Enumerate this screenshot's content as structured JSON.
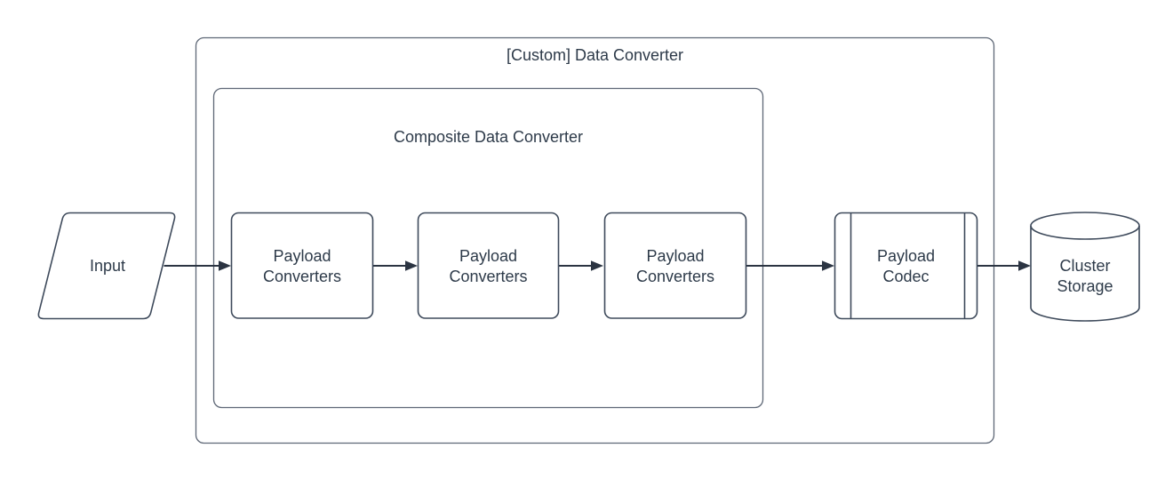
{
  "diagram": {
    "containers": {
      "outer": {
        "label": "[Custom] Data Converter"
      },
      "inner": {
        "label": "Composite Data Converter"
      }
    },
    "nodes": {
      "input": {
        "shape": "parallelogram",
        "label": "Input"
      },
      "converter1": {
        "shape": "rounded-rectangle",
        "line1": "Payload",
        "line2": "Converters"
      },
      "converter2": {
        "shape": "rounded-rectangle",
        "line1": "Payload",
        "line2": "Converters"
      },
      "converter3": {
        "shape": "rounded-rectangle",
        "line1": "Payload",
        "line2": "Converters"
      },
      "codec": {
        "shape": "predefined-process",
        "line1": "Payload",
        "line2": "Codec"
      },
      "storage": {
        "shape": "cylinder",
        "line1": "Cluster",
        "line2": "Storage"
      }
    },
    "colors": {
      "background": "#ffffff",
      "shape_stroke": "#3e4a5b",
      "container_stroke": "#5e6776",
      "connector": "#2b3442",
      "text": "#2d3a49"
    }
  }
}
